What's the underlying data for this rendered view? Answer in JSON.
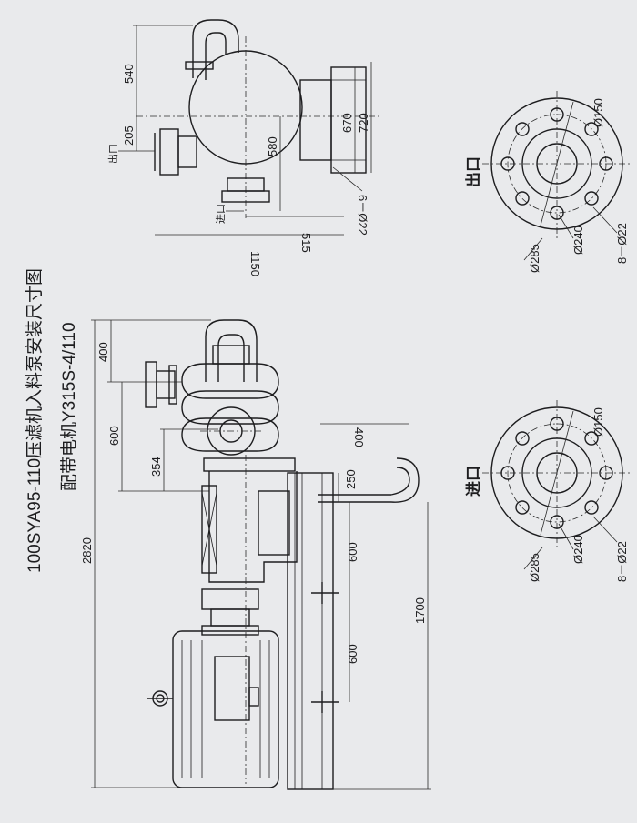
{
  "drawing": {
    "title_line1": "100SYA95-110压滤机入料泵安装尺寸图",
    "title_line2": "配带电机Y315S-4/110"
  },
  "top_view": {
    "dims": {
      "d540": "540",
      "d205": "205",
      "d580": "580",
      "d670": "670",
      "d720": "720",
      "d515": "515",
      "d1150": "1150",
      "d6_22": "6－Ø22"
    },
    "outlet_label": "出口",
    "inlet_label": "进口"
  },
  "side_view": {
    "dims": {
      "d2820": "2820",
      "d400a": "400",
      "d600a": "600",
      "d354": "354",
      "d400b": "400",
      "d250": "250",
      "d600b": "600",
      "d600c": "600",
      "d1700": "1700"
    }
  },
  "outlet_flange": {
    "label": "出口",
    "d150": "Ø150",
    "d285": "Ø285",
    "d240": "Ø240",
    "holes": "8－Ø22"
  },
  "inlet_flange": {
    "label": "进口",
    "d150": "Ø150",
    "d285": "Ø285",
    "d240": "Ø240",
    "holes": "8－Ø22"
  }
}
